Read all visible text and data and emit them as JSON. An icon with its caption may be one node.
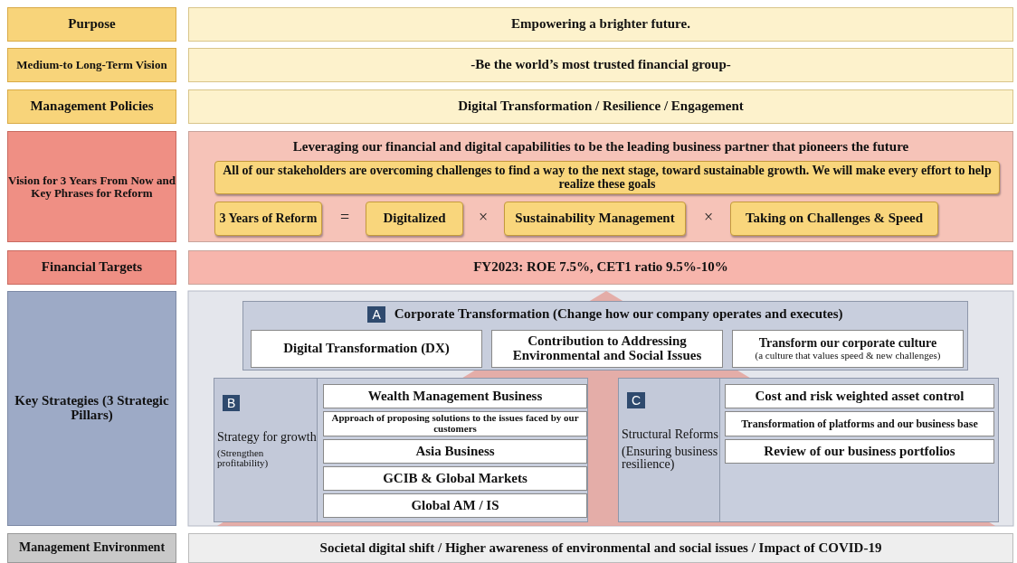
{
  "diagram": {
    "nodes": [
      {
        "text": [
          "Purpose"
        ]
      },
      {
        "text": [
          "Empowering a brighter future."
        ]
      },
      {
        "text": [
          "Medium-to Long-Term Vision"
        ]
      },
      {
        "text": [
          "-Be the world’s most trusted financial group-"
        ]
      },
      {
        "text": [
          "Management Policies"
        ]
      },
      {
        "text": [
          "Digital Transformation / Resilience / Engagement"
        ]
      },
      {
        "text": [
          "Vision for 3 Years From Now and Key Phrases for Reform"
        ]
      },
      {
        "text": [
          "Leveraging our financial and digital capabilities to be the leading business partner that pioneers the future"
        ]
      },
      {
        "text": [
          "All of our stakeholders are overcoming challenges to find a way to the next stage, toward sustainable growth. We will make every effort to help realize these goals"
        ],
        "in": 7
      },
      {
        "text": [
          "3 Years of Reform"
        ],
        "in": 7
      },
      {
        "text": [
          "Digitalized"
        ],
        "in": 7
      },
      {
        "text": [
          "Sustainability Management"
        ],
        "in": 7
      },
      {
        "text": [
          "Taking on Challenges & Speed"
        ],
        "in": 7
      },
      {
        "text": [
          "Financial Targets"
        ]
      },
      {
        "text": [
          "FY2023: ROE 7.5%, CET1 ratio 9.5%-10%"
        ]
      },
      {
        "text": [
          "Key Strategies (3 Strategic Pillars)"
        ]
      },
      {
        "text": [
          "A",
          "Corporate Transformation (Change how our company operates and executes)"
        ]
      },
      {
        "text": [
          "Digital Transformation (DX)"
        ],
        "in": 16
      },
      {
        "text": [
          "Contribution to Addressing Environmental and Social Issues"
        ],
        "in": 16
      },
      {
        "text": [
          "Transform our corporate culture",
          "(a culture that values speed & new challenges)"
        ],
        "in": 16
      },
      {
        "text": [
          "B",
          "Strategy for growth",
          "(Strengthen profitability)"
        ]
      },
      {
        "text": [
          "Wealth Management Business"
        ],
        "in": 20
      },
      {
        "text": [
          "Approach of proposing solutions to the issues faced by our customers"
        ],
        "in": 20
      },
      {
        "text": [
          "Asia Business"
        ],
        "in": 20
      },
      {
        "text": [
          "GCIB & Global Markets"
        ],
        "in": 20
      },
      {
        "text": [
          "Global AM / IS"
        ],
        "in": 20
      },
      {
        "text": [
          "C",
          "Structural Reforms",
          "(Ensuring business resilience)"
        ]
      },
      {
        "text": [
          "Cost and risk weighted asset control"
        ],
        "in": 26
      },
      {
        "text": [
          "Transformation of platforms and our business base"
        ],
        "in": 26
      },
      {
        "text": [
          "Review of our business portfolios"
        ],
        "in": 26
      },
      {
        "text": [
          "Management Environment"
        ]
      },
      {
        "text": [
          "Societal digital shift / Higher awareness of environmental and social issues / Impact of COVID-19"
        ]
      }
    ],
    "labels": [
      "=",
      "×",
      "×"
    ]
  }
}
